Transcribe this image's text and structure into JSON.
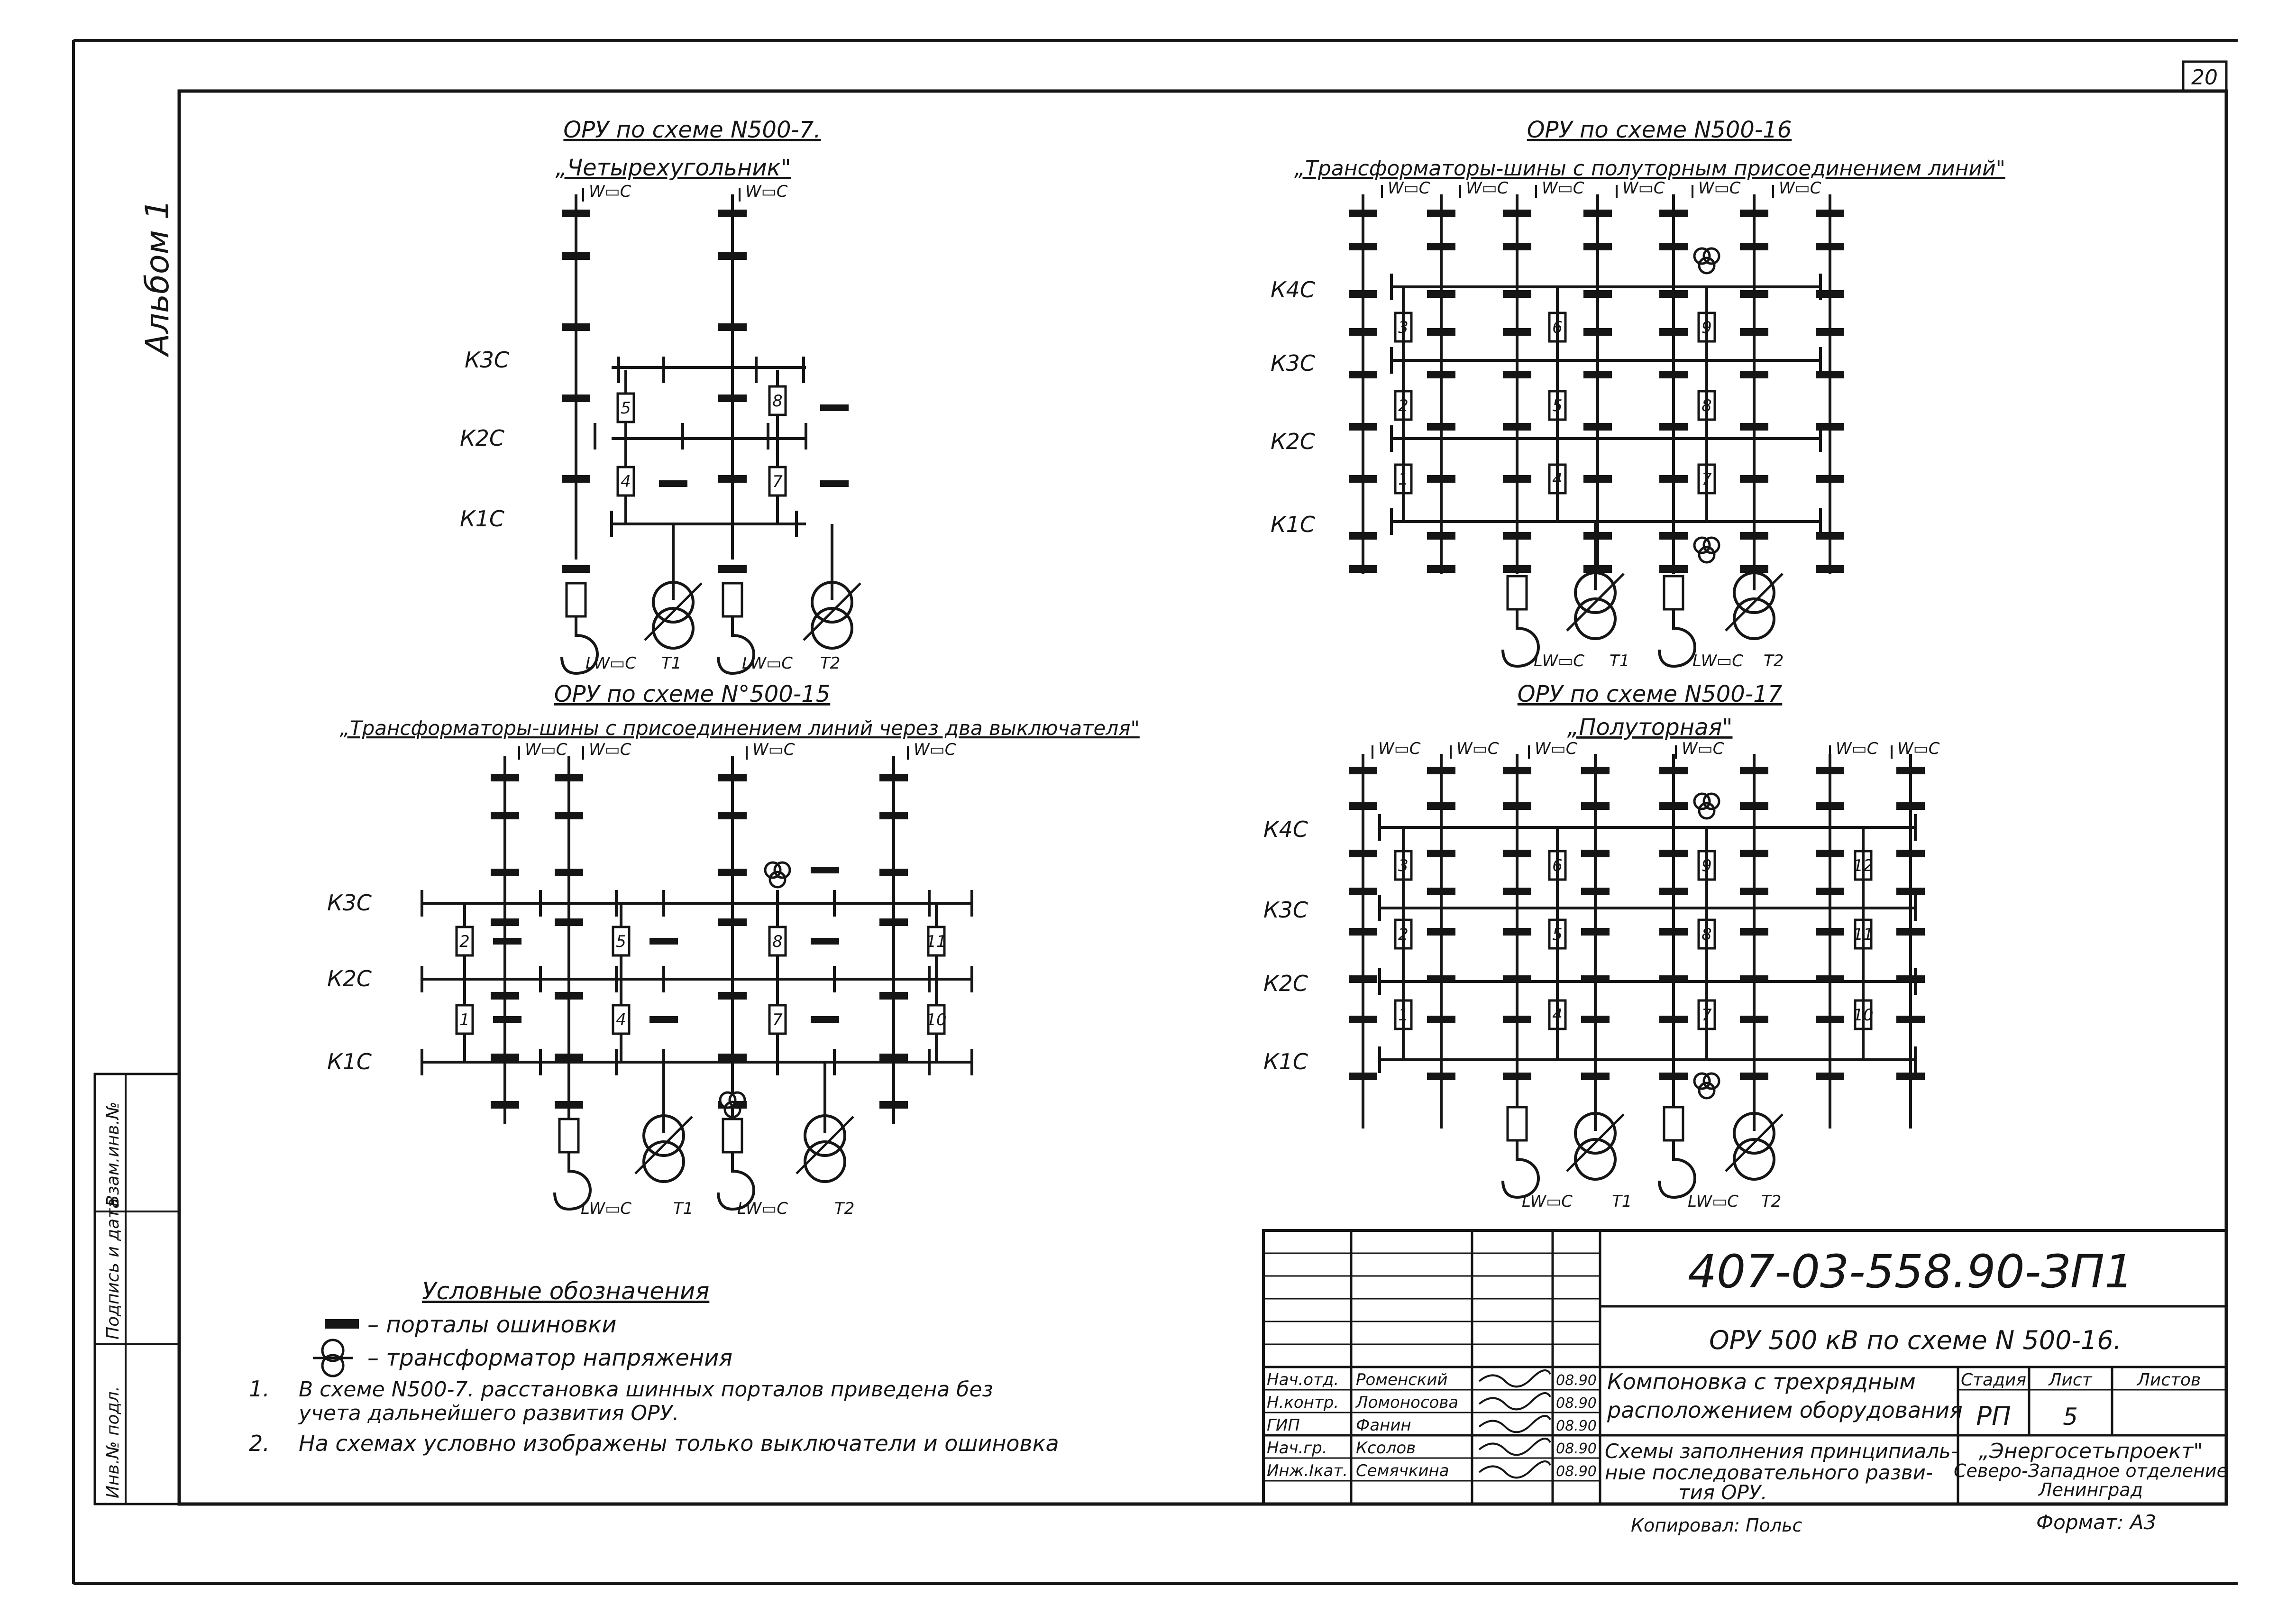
{
  "sheet": {
    "page_number": "20",
    "album_label": "Альбом 1",
    "side_stamp": [
      "Инв.№ подл.",
      "Подпись и дата",
      "Взам.инв.№"
    ]
  },
  "schemes": {
    "s500_7": {
      "title": "ОРУ по схеме N500-7.",
      "subtitle": "„Четырехугольник\"",
      "line_labels": [
        "W▭C",
        "W▭C"
      ],
      "bus_labels": [
        "К3С",
        "К2С",
        "К1С"
      ],
      "breakers": [
        "5",
        "8",
        "4",
        "7"
      ],
      "bottom_labels": [
        "LW▭C",
        "T1",
        "LW▭C",
        "T2"
      ]
    },
    "s500_16": {
      "title": "ОРУ по схеме N500-16",
      "subtitle": "„Трансформаторы-шины с полуторным присоединением линий\"",
      "line_labels": [
        "W▭C",
        "W▭C",
        "W▭C",
        "W▭C",
        "W▭C",
        "W▭C"
      ],
      "bus_labels": [
        "К4С",
        "К3С",
        "К2С",
        "К1С"
      ],
      "breakers": [
        "3",
        "6",
        "9",
        "2",
        "5",
        "8",
        "1",
        "4",
        "7"
      ],
      "bottom_labels": [
        "LW▭C",
        "T1",
        "LW▭C",
        "T2"
      ]
    },
    "s500_15": {
      "title": "ОРУ по схеме N°500-15",
      "subtitle": "„Трансформаторы-шины с присоединением линий через два выключателя\"",
      "line_labels": [
        "W▭C",
        "W▭C",
        "W▭C",
        "W▭C"
      ],
      "bus_labels": [
        "К3С",
        "К2С",
        "К1С"
      ],
      "breakers": [
        "2",
        "5",
        "8",
        "11",
        "1",
        "4",
        "7",
        "10"
      ],
      "bottom_labels": [
        "LW▭C",
        "T1",
        "LW▭C",
        "T2"
      ]
    },
    "s500_17": {
      "title": "ОРУ по схеме N500-17",
      "subtitle": "„Полуторная\"",
      "line_labels": [
        "W▭C",
        "W▭C",
        "W▭C",
        "W▭C",
        "W▭C",
        "W▭C"
      ],
      "bus_labels": [
        "К4С",
        "К3С",
        "К2С",
        "К1С"
      ],
      "breakers": [
        "3",
        "6",
        "9",
        "12",
        "2",
        "5",
        "8",
        "11",
        "1",
        "4",
        "7",
        "10"
      ],
      "bottom_labels": [
        "LW▭C",
        "T1",
        "LW▭C",
        "T2"
      ]
    }
  },
  "legend": {
    "title": "Условные обозначения",
    "items": [
      "– порталы ошиновки",
      "– трансформатор напряжения"
    ]
  },
  "notes": [
    {
      "num": "1.",
      "lines": [
        "В схеме N500-7. расстановка шинных порталов приведена без",
        "учета дальнейшего развития ОРУ."
      ]
    },
    {
      "num": "2.",
      "lines": [
        "На схемах условно изображены только выключатели и ошиновка"
      ]
    }
  ],
  "title_block": {
    "doc_code": "407-03-558.90-ЗП1",
    "subject": "ОРУ 500 кВ по схеме N 500-16.",
    "description_1": [
      "Компоновка с трехрядным",
      "расположением оборудования"
    ],
    "description_2": [
      "Схемы заполнения принципиаль-",
      "ные последовательного разви-",
      "тия ОРУ."
    ],
    "headers": [
      "Стадия",
      "Лист",
      "Листов"
    ],
    "stage": "РП",
    "sheet_no": "5",
    "sheets_total": "",
    "organization": [
      "„Энергосетьпроект\"",
      "Северо-Западное отделение",
      "Ленинград"
    ],
    "signatures": [
      {
        "role": "Нач.отд.",
        "name": "Роменский",
        "date": "08.90"
      },
      {
        "role": "Н.контр.",
        "name": "Ломоносова",
        "date": "08.90"
      },
      {
        "role": "ГИП",
        "name": "Фанин",
        "date": "08.90"
      },
      {
        "role": "Нач.гр.",
        "name": "Ксолов",
        "date": "08.90"
      },
      {
        "role": "Инж.Iкат.",
        "name": "Семячкина",
        "date": "08.90"
      }
    ],
    "copied": "Копировал: Польс",
    "format": "Формат: А3"
  }
}
